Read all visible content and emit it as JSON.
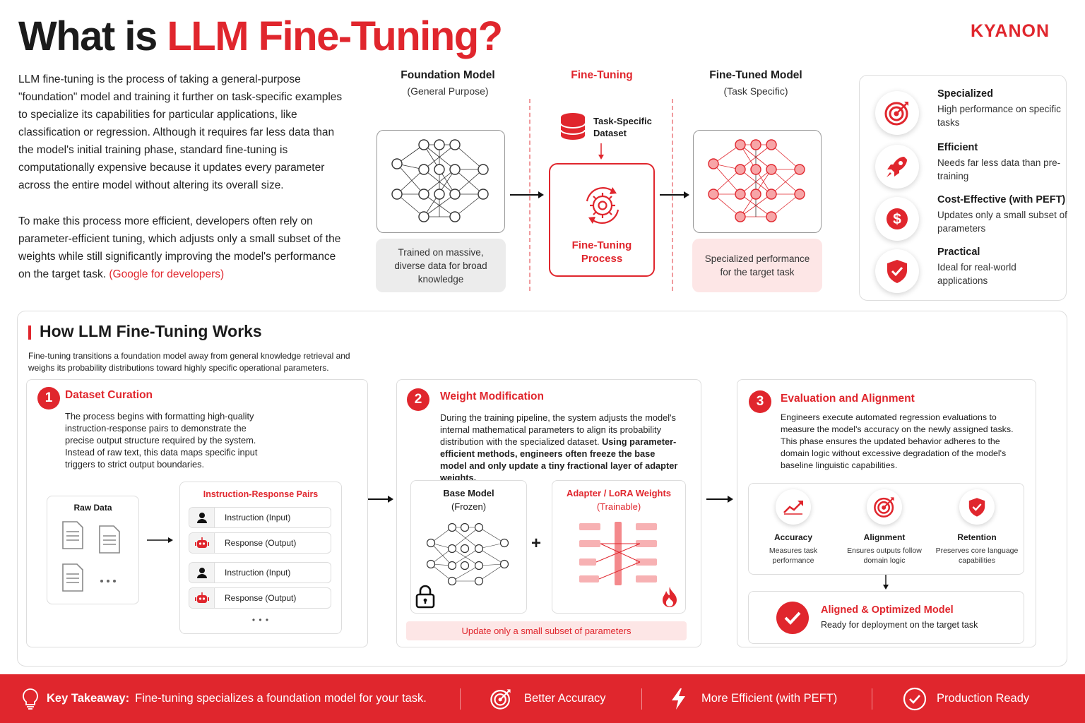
{
  "header": {
    "title_black": "What is ",
    "title_red": "LLM Fine-Tuning?",
    "logo": "KYANON"
  },
  "intro": {
    "para1": "LLM fine-tuning is the process of taking a general-purpose \"foundation\" model and training it further on task-specific examples to specialize its capabilities for particular applications, like classification or regression. Although it requires far less data than the model's initial training phase, standard fine-tuning is computationally expensive because it updates every parameter across the entire model without altering its overall size.",
    "para2": "To make this process more efficient, developers often rely on parameter-efficient tuning, which adjusts only a small subset of the weights while still significantly improving the model's performance on the target task.",
    "link": "(Google for developers)"
  },
  "flow": {
    "foundation": {
      "title": "Foundation Model",
      "subtitle": "(General Purpose)",
      "caption": "Trained on massive, diverse data for broad knowledge"
    },
    "finetuning": {
      "title": "Fine-Tuning",
      "dataset": "Task-Specific Dataset",
      "process": "Fine-Tuning Process"
    },
    "tuned": {
      "title": "Fine-Tuned Model",
      "subtitle": "(Task Specific)",
      "caption": "Specialized performance for the target task"
    }
  },
  "benefits": [
    {
      "title": "Specialized",
      "desc": "High performance on specific tasks",
      "icon": "target-icon"
    },
    {
      "title": "Efficient",
      "desc": "Needs far less data than pre-training",
      "icon": "rocket-icon"
    },
    {
      "title": "Cost-Effective (with PEFT)",
      "desc": "Updates only a small subset of parameters",
      "icon": "dollar-icon"
    },
    {
      "title": "Practical",
      "desc": "Ideal for real-world applications",
      "icon": "shield-check-icon"
    }
  ],
  "how": {
    "title": "How LLM Fine-Tuning Works",
    "subtitle": "Fine-tuning transitions a foundation model away from general knowledge retrieval and weighs its probability distributions toward highly specific operational parameters."
  },
  "step1": {
    "num": "1",
    "title": "Dataset Curation",
    "desc": "The process begins with formatting high-quality instruction-response pairs to demonstrate the precise output structure required by the system. Instead of raw text, this data maps specific input triggers to strict output boundaries.",
    "raw_label": "Raw Data",
    "pairs_title": "Instruction-Response Pairs",
    "instruction": "Instruction (Input)",
    "response": "Response (Output)",
    "ellipsis": "• • •"
  },
  "step2": {
    "num": "2",
    "title": "Weight Modification",
    "desc_plain": "During the training pipeline, the system adjusts the model's internal mathematical parameters to align its probability distribution with the specialized dataset. ",
    "desc_bold": "Using parameter-efficient methods, engineers often freeze the base model and only update a tiny fractional layer of adapter weights.",
    "base_title": "Base Model",
    "base_sub": "(Frozen)",
    "adapter_title": "Adapter / LoRA Weights",
    "adapter_sub": "(Trainable)",
    "plus": "+",
    "banner": "Update only a small subset of parameters"
  },
  "step3": {
    "num": "3",
    "title": "Evaluation and Alignment",
    "desc": "Engineers execute automated regression evaluations to measure the model's accuracy on the newly assigned tasks. This phase ensures the updated behavior adheres to the domain logic without excessive degradation of the model's baseline linguistic capabilities.",
    "metrics": [
      {
        "title": "Accuracy",
        "desc": "Measures task performance",
        "icon": "trend-up-icon"
      },
      {
        "title": "Alignment",
        "desc": "Ensures outputs follow domain logic",
        "icon": "target-icon"
      },
      {
        "title": "Retention",
        "desc": "Preserves core language capabilities",
        "icon": "shield-check-icon"
      }
    ],
    "final_title": "Aligned & Optimized Model",
    "final_desc": "Ready for deployment on the target task"
  },
  "footer": {
    "takeaway_label": "Key Takeaway:",
    "takeaway_text": "Fine-tuning specializes a foundation model for your task.",
    "item1": "Better Accuracy",
    "item2": "More Efficient (with PEFT)",
    "item3": "Production Ready"
  },
  "colors": {
    "accent": "#e0262d",
    "pink": "#fde6e6",
    "grey": "#ececec"
  }
}
